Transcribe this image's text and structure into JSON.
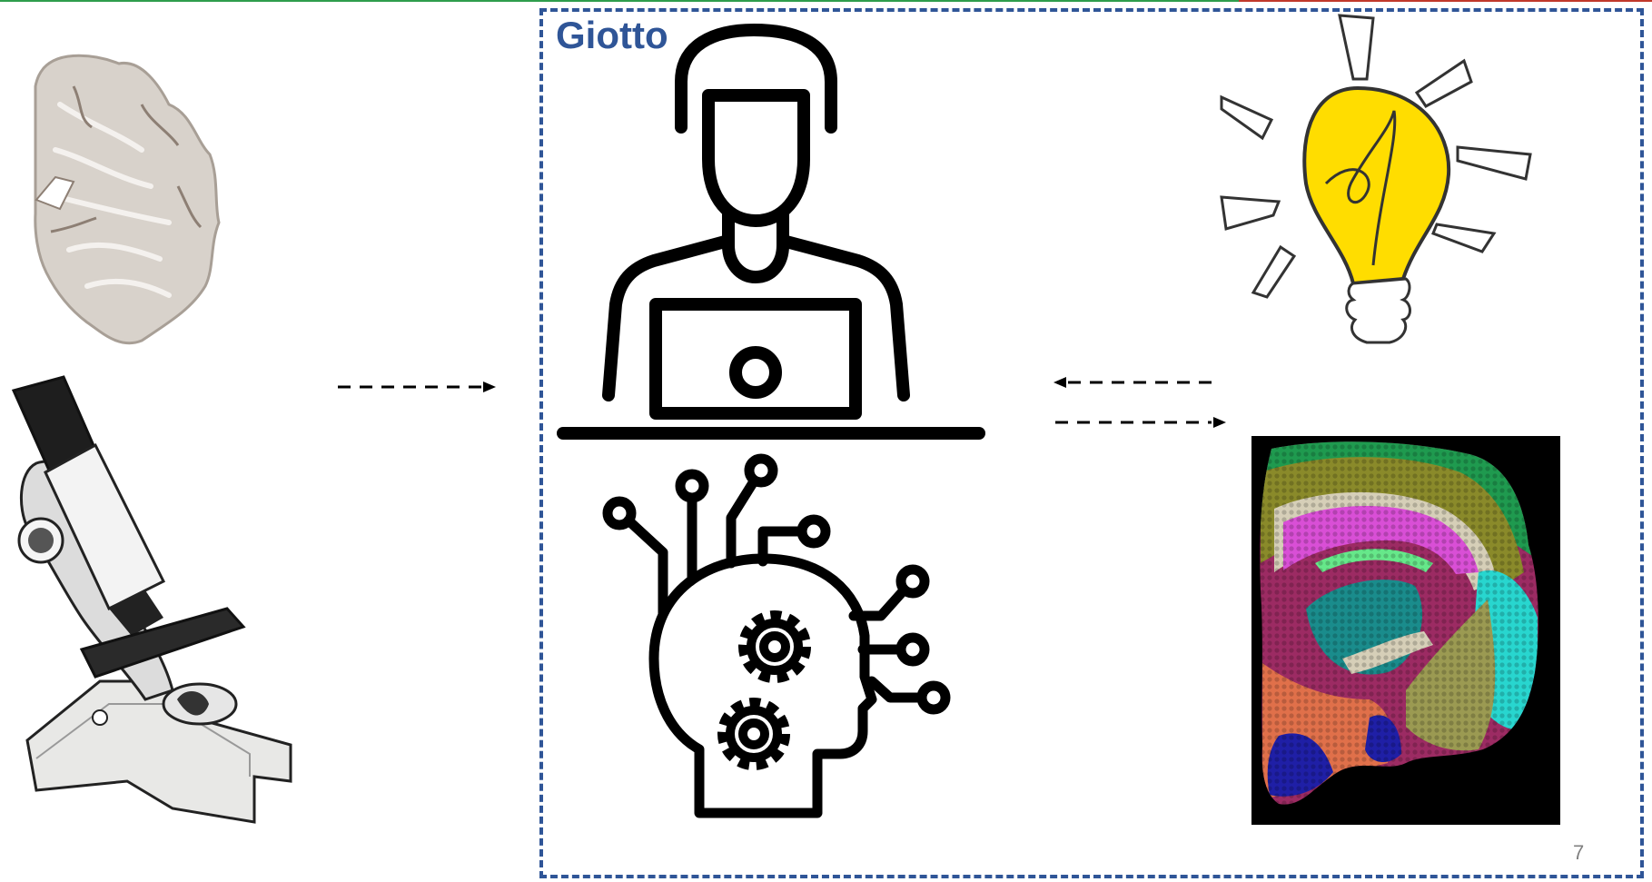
{
  "slide": {
    "title": "Giotto",
    "page_number": "7",
    "frame_color": "#2f5597"
  },
  "icons": [
    "brain-section-icon",
    "microscope-icon",
    "user-with-laptop-icon",
    "ai-gears-head-icon",
    "lightbulb-icon",
    "spatial-cluster-map-icon"
  ],
  "arrows": [
    {
      "name": "input-arrow",
      "direction": "right"
    },
    {
      "name": "feedback-arrow",
      "direction": "left"
    },
    {
      "name": "output-arrow",
      "direction": "right"
    }
  ]
}
